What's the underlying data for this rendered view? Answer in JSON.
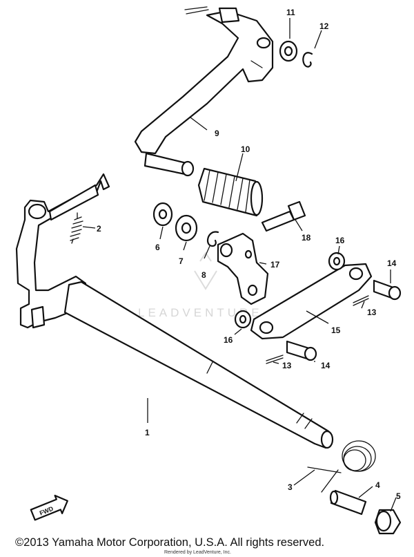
{
  "diagram": {
    "callouts": [
      {
        "id": "11",
        "label": "11"
      },
      {
        "id": "12",
        "label": "12"
      },
      {
        "id": "9",
        "label": "9"
      },
      {
        "id": "10",
        "label": "10"
      },
      {
        "id": "2",
        "label": "2"
      },
      {
        "id": "6",
        "label": "6"
      },
      {
        "id": "7",
        "label": "7"
      },
      {
        "id": "8",
        "label": "8"
      },
      {
        "id": "17",
        "label": "17"
      },
      {
        "id": "18",
        "label": "18"
      },
      {
        "id": "16a",
        "label": "16"
      },
      {
        "id": "14a",
        "label": "14"
      },
      {
        "id": "13a",
        "label": "13"
      },
      {
        "id": "15",
        "label": "15"
      },
      {
        "id": "16b",
        "label": "16"
      },
      {
        "id": "13b",
        "label": "13"
      },
      {
        "id": "14b",
        "label": "14"
      },
      {
        "id": "1",
        "label": "1"
      },
      {
        "id": "3",
        "label": "3"
      },
      {
        "id": "4",
        "label": "4"
      },
      {
        "id": "5",
        "label": "5"
      }
    ],
    "fwd_label": "FWD",
    "watermark": "LEADVENTURE"
  },
  "footer": {
    "copyright": "©2013 Yamaha Motor Corporation, U.S.A. All rights reserved.",
    "note": "Rendered by LeadVenture, Inc."
  }
}
